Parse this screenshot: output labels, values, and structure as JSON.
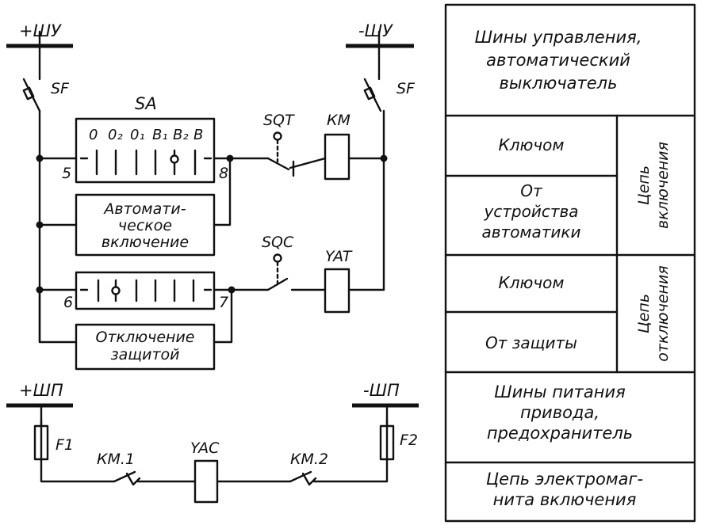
{
  "schematic": {
    "buses": {
      "plus_control": "+ШУ",
      "minus_control": "-ШУ",
      "plus_power": "+ШП",
      "minus_power": "-ШП"
    },
    "breaker_left": "SF",
    "breaker_right": "SF",
    "switch": {
      "name": "SA",
      "positions": [
        "0",
        "0₂",
        "0₁",
        "В₁",
        "В₂",
        "В"
      ],
      "terminals": {
        "t5": "5",
        "t8": "8",
        "t6": "6",
        "t7": "7"
      }
    },
    "blocks": {
      "auto_on": [
        "Автомати-",
        "ческое",
        "включение"
      ],
      "protection_off": [
        "Отключение",
        "защитой"
      ]
    },
    "contacts": {
      "sqt": "SQT",
      "sqc": "SQC",
      "km1": "КМ.1",
      "km2": "КМ.2"
    },
    "coils": {
      "km": "КМ",
      "yat": "YAT",
      "yac": "YAC"
    },
    "fuses": {
      "f1": "F1",
      "f2": "F2"
    }
  },
  "legend": {
    "control_bus": [
      "Шины управления,",
      "автоматический",
      "выключатель"
    ],
    "by_key_on": "Ключом",
    "from_automation": [
      "От",
      "устройства",
      "автоматики"
    ],
    "on_circuit": [
      "Цепь",
      "включения"
    ],
    "by_key_off": "Ключом",
    "from_protection": "От защиты",
    "off_circuit": [
      "Цепь",
      "отключения"
    ],
    "power_bus": [
      "Шины питания",
      "привода,",
      "предохранитель"
    ],
    "magnet_circuit": [
      "Цепь электромаг-",
      "нита включения"
    ]
  }
}
